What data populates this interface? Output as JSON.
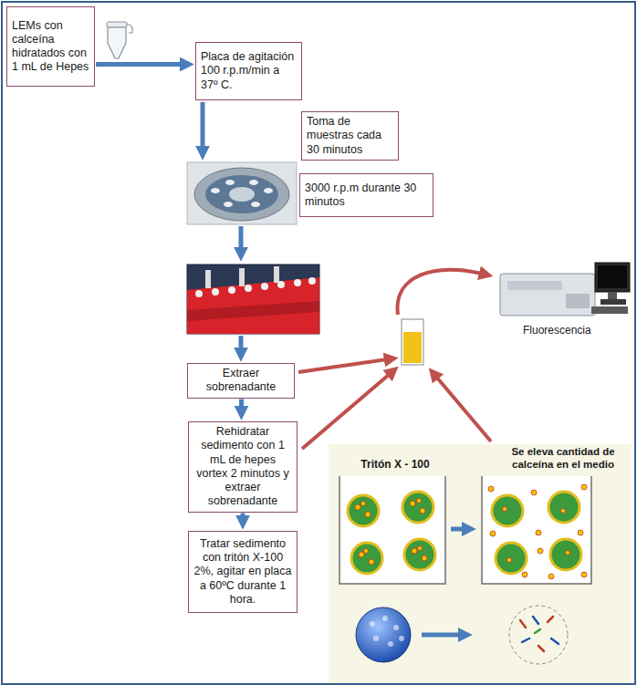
{
  "diagram": {
    "nodes": [
      {
        "text": [
          "LEMs con calceína hidratados con 1 mL de Hepes"
        ]
      },
      {
        "text": [
          "Placa de agitación 100 r.p.m/min a 37º C."
        ]
      },
      {
        "text": [
          "Toma de muestras cada 30 minutos"
        ]
      },
      {
        "text": [
          "3000 r.p.m durante 30 minutos"
        ]
      },
      {
        "text": [
          "Extraer sobrenadante"
        ]
      },
      {
        "text": [
          "Rehidratar sedimento con 1 mL de hepes vortex 2 minutos y extraer sobrenadante"
        ]
      },
      {
        "text": [
          "Tratar sedimento con tritón X-100 2%, agitar en placa a 60ºC durante 1 hora."
        ]
      }
    ],
    "edges": [
      {
        "from": 0,
        "to": 1,
        "arrow": "to"
      },
      {
        "from": 4,
        "to": 5,
        "arrow": "to"
      },
      {
        "from": 5,
        "to": 6,
        "arrow": "to"
      }
    ],
    "labels": [
      "Fluorescencia",
      "Tritón X - 100",
      "Se eleva cantidad de calceína en el medio"
    ]
  }
}
